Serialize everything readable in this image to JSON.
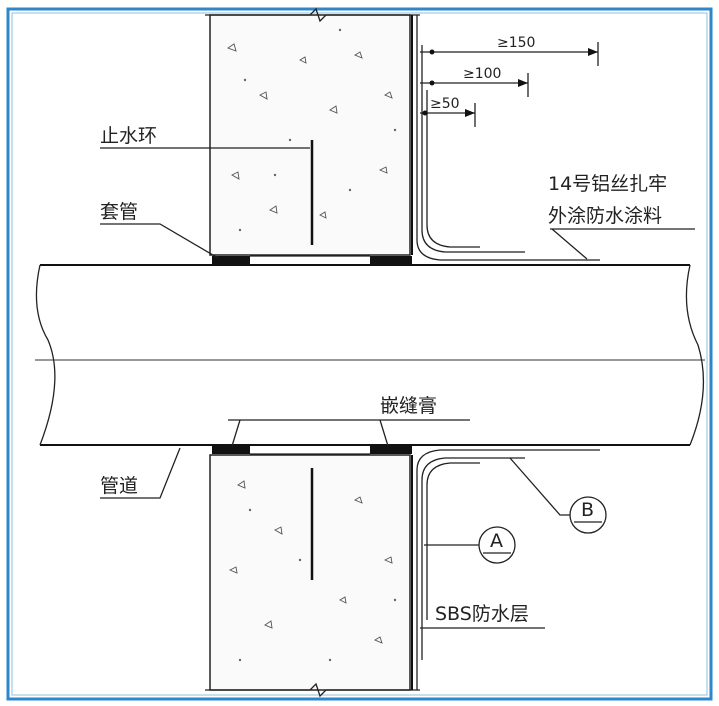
{
  "title": "管道穿墙防水构造",
  "labels": {
    "water_stop_ring": "止水环",
    "sleeve": "套管",
    "sealant": "嵌缝膏",
    "pipe": "管道",
    "wire_line1": "14号铝丝扎牢",
    "wire_line2": "外涂防水涂料",
    "sbs_layer": "SBS防水层",
    "callout_a": "A",
    "callout_b": "B"
  },
  "dimensions": [
    "≥150",
    "≥100",
    "≥50"
  ],
  "colors": {
    "frame": "#2f86c8",
    "line": "#222222"
  }
}
